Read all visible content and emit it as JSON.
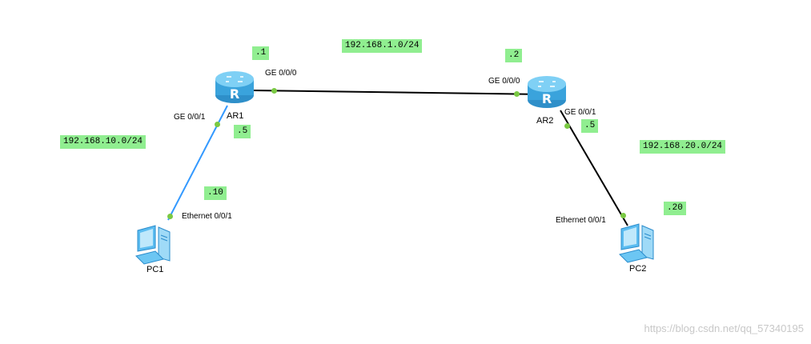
{
  "devices": {
    "ar1": "AR1",
    "ar2": "AR2",
    "pc1": "PC1",
    "pc2": "PC2",
    "router_glyph": "R"
  },
  "networks": {
    "link_ar1_ar2": "192.168.1.0/24",
    "link_ar1_pc1": "192.168.10.0/24",
    "link_ar2_pc2": "192.168.20.0/24"
  },
  "host_ids": {
    "ar1_ge000": ".1",
    "ar2_ge000": ".2",
    "ar1_ge001": ".5",
    "ar2_ge001": ".5",
    "pc1_eth": ".10",
    "pc2_eth": ".20"
  },
  "ports": {
    "ar1_ge000": "GE 0/0/0",
    "ar1_ge001": "GE 0/0/1",
    "ar2_ge000": "GE 0/0/0",
    "ar2_ge001": "GE 0/0/1",
    "pc1_eth": "Ethernet 0/0/1",
    "pc2_eth": "Ethernet 0/0/1"
  },
  "watermark": "https://blog.csdn.net/qq_57340195",
  "colors": {
    "label_bg": "#90ee90",
    "port_dot": "#7ac943",
    "link_black": "#000000",
    "link_blue": "#3399ff",
    "router_body": "#4fb3e8"
  },
  "icons": {
    "router": "router-icon",
    "pc": "pc-icon"
  }
}
